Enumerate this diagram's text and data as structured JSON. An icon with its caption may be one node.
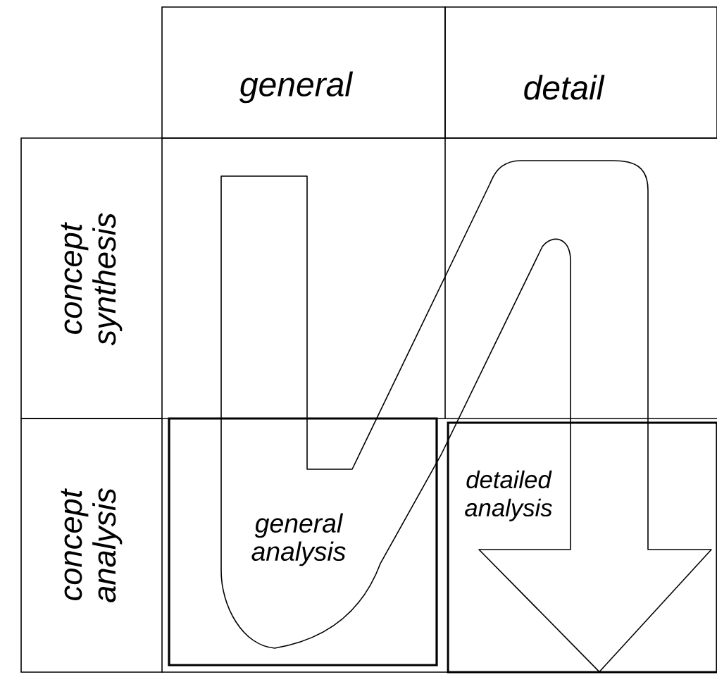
{
  "diagram": {
    "nodes": [
      {
        "text": [
          "general"
        ]
      },
      {
        "text": [
          "detail"
        ]
      },
      {
        "text": [
          "concept synthesis"
        ]
      },
      {
        "text": [
          "concept analysis"
        ]
      },
      {
        "text": [
          "general analysis"
        ]
      },
      {
        "text": [
          "detailed analysis"
        ]
      }
    ],
    "edges": [
      {
        "from": null,
        "to": 5,
        "arrow": "to"
      }
    ]
  }
}
